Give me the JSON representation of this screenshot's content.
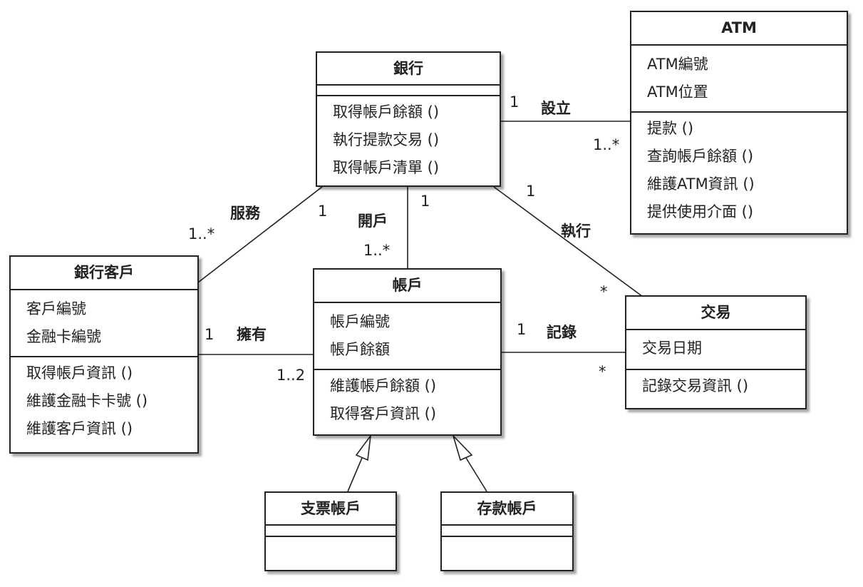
{
  "classes": {
    "bank": {
      "name": "銀行",
      "attributes": [],
      "operations": [
        "取得帳戶餘額 ()",
        "執行提款交易 ()",
        "取得帳戶清單 ()"
      ]
    },
    "atm": {
      "name": "ATM",
      "attributes": [
        "ATM編號",
        "ATM位置"
      ],
      "operations": [
        "提款 ()",
        "查詢帳戶餘額 ()",
        "維護ATM資訊 ()",
        "提供使用介面 ()"
      ]
    },
    "customer": {
      "name": "銀行客戶",
      "attributes": [
        "客戶編號",
        "金融卡編號"
      ],
      "operations": [
        "取得帳戶資訊 ()",
        "維護金融卡卡號 ()",
        "維護客戶資訊 ()"
      ]
    },
    "account": {
      "name": "帳戶",
      "attributes": [
        "帳戶編號",
        "帳戶餘額"
      ],
      "operations": [
        "維護帳戶餘額 ()",
        "取得客戶資訊 ()"
      ]
    },
    "transaction": {
      "name": "交易",
      "attributes": [
        "交易日期"
      ],
      "operations": [
        "記錄交易資訊 ()"
      ]
    },
    "checking": {
      "name": "支票帳戶",
      "attributes": [],
      "operations": []
    },
    "savings": {
      "name": "存款帳戶",
      "attributes": [],
      "operations": []
    }
  },
  "associations": {
    "setup": {
      "label": "設立",
      "mult_bank": "1",
      "mult_atm": "1..*"
    },
    "serve": {
      "label": "服務",
      "mult_customer": "1..*",
      "mult_bank": "1"
    },
    "open": {
      "label": "開戶",
      "mult_bank": "1",
      "mult_account": "1..*"
    },
    "execute": {
      "label": "執行",
      "mult_bank": "1",
      "mult_transaction": "*"
    },
    "own": {
      "label": "擁有",
      "mult_customer": "1",
      "mult_account": "1..2"
    },
    "record": {
      "label": "記錄",
      "mult_account": "1",
      "mult_transaction": "*"
    }
  }
}
